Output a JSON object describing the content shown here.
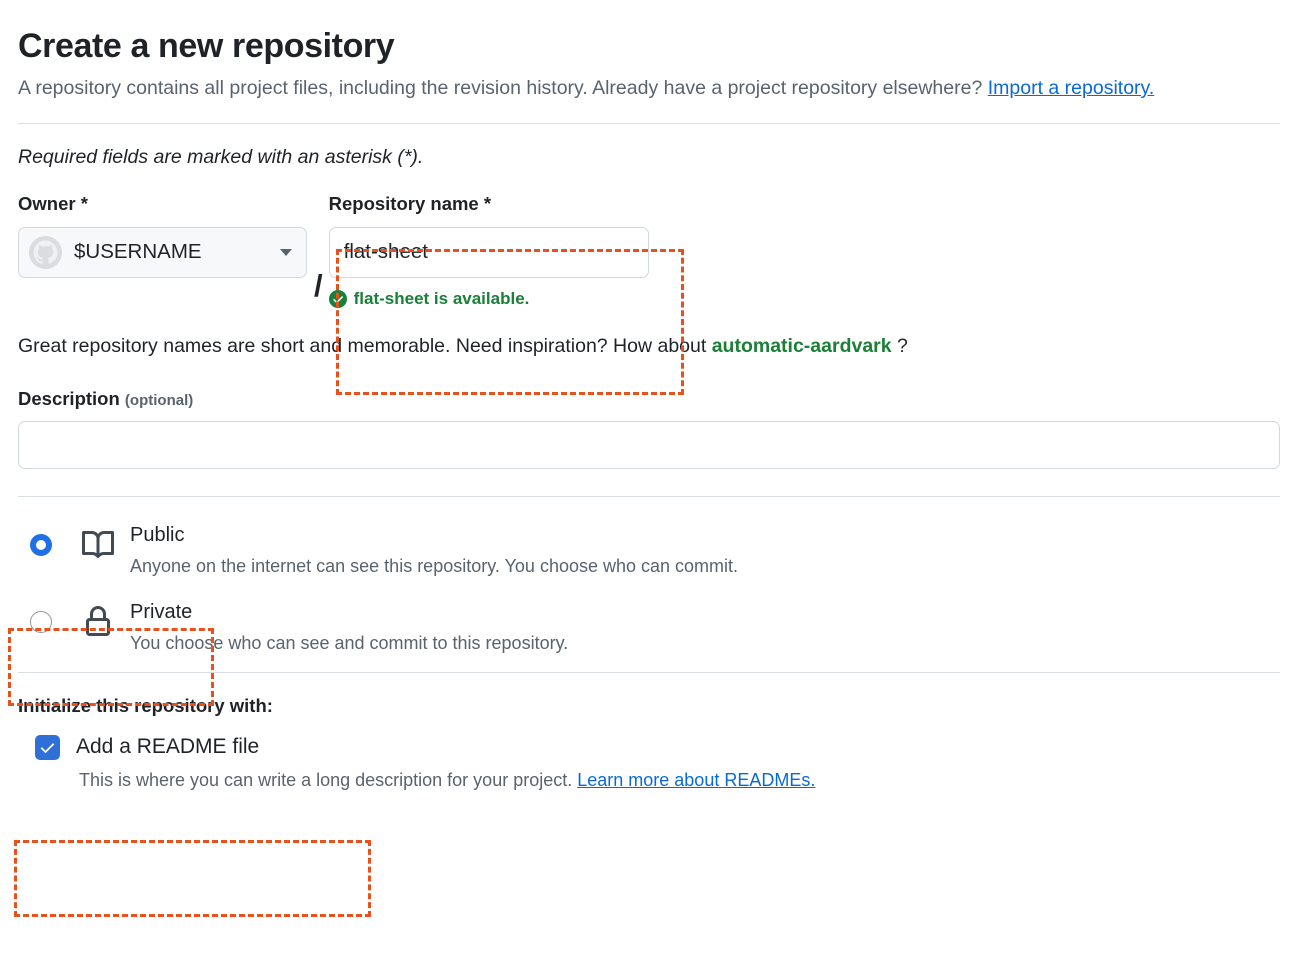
{
  "page": {
    "title": "Create a new repository",
    "intro_before_link": "A repository contains all project files, including the revision history. Already have a project repository elsewhere? ",
    "import_link": "Import a repository.",
    "required_note": "Required fields are marked with an asterisk (*)."
  },
  "owner": {
    "label": "Owner *",
    "value": "$USERNAME",
    "avatar_icon": "github-octocat-avatar-icon",
    "caret_icon": "chevron-down-icon"
  },
  "separator": "/",
  "repo_name": {
    "label": "Repository name *",
    "value": "flat-sheet",
    "availability_text": "flat-sheet is available.",
    "availability_icon": "check-circle-icon",
    "availability_color": "#1a7f37"
  },
  "inspiration": {
    "before": "Great repository names are short and memorable. Need inspiration? How about ",
    "suggestion": "automatic-aardvark",
    "after": " ?"
  },
  "description": {
    "label": "Description",
    "optional": "(optional)",
    "value": "",
    "placeholder": ""
  },
  "visibility": {
    "options": [
      {
        "name": "Public",
        "description": "Anyone on the internet can see this repository. You choose who can commit.",
        "icon": "book-icon",
        "selected": true
      },
      {
        "name": "Private",
        "description": "You choose who can see and commit to this repository.",
        "icon": "lock-icon",
        "selected": false
      }
    ]
  },
  "initialize": {
    "title": "Initialize this repository with:",
    "readme_label": "Add a README file",
    "readme_checked": true,
    "readme_description": "This is where you can write a long description for your project. ",
    "readme_link": "Learn more about READMEs."
  },
  "colors": {
    "link": "#0969da",
    "green": "#1a7f37",
    "radio_blue": "#1f6feb",
    "checkbox_blue": "#2f6fd8",
    "annotation": "#e8501e",
    "text": "#1f2328",
    "muted": "#59636e",
    "border": "#d1d9e0"
  },
  "annotations": [
    {
      "name": "repository-name-highlight"
    },
    {
      "name": "public-visibility-highlight"
    },
    {
      "name": "initialize-readme-highlight"
    }
  ]
}
